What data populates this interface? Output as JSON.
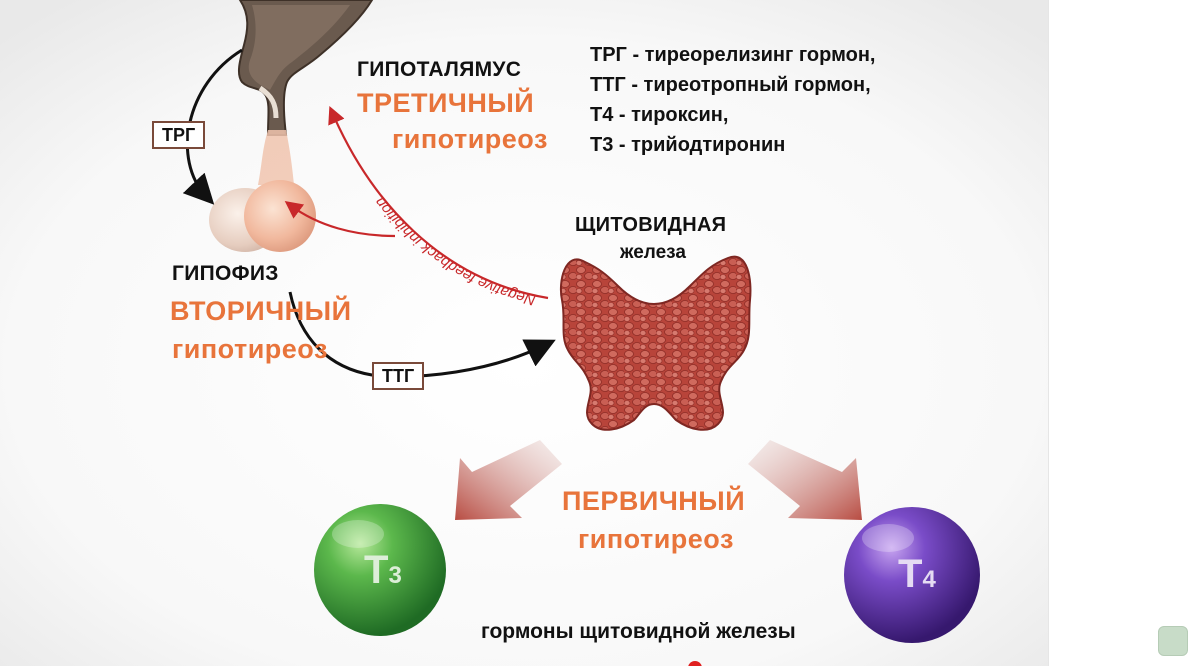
{
  "labels": {
    "hypothalamus": "ГИПОТАЛЯМУС",
    "tertiary_line1": "ТРЕТИЧНЫЙ",
    "tertiary_line2": "гипотиреоз",
    "pituitary": "ГИПОФИЗ",
    "secondary_line1": "ВТОРИЧНЫЙ",
    "secondary_line2": "гипотиреоз",
    "thyroid_line1": "ЩИТОВИДНАЯ",
    "thyroid_line2": "железа",
    "primary_line1": "ПЕРВИЧНЫЙ",
    "primary_line2": "гипотиреоз",
    "feedback": "Negative feedback inhibition",
    "trg_box": "ТРГ",
    "ttg_box": "ТТГ",
    "bottom_caption": "гормоны щитовидной железы",
    "t3_main": "T",
    "t3_sub": "3",
    "t4_main": "T",
    "t4_sub": "4"
  },
  "legend": [
    "ТРГ - тиреорелизинг гормон,",
    "ТТГ - тиреотропный гормон,",
    "Т4 - тироксин,",
    "Т3 - трийодтиронин"
  ],
  "colors": {
    "orange_accent": "#e8743b",
    "feedback_red": "#c8282a",
    "t3_sphere": "#3f9a3b",
    "t4_sphere": "#5a34a3",
    "thyroid": "#b8443a",
    "large_arrows": "#b84c42"
  }
}
